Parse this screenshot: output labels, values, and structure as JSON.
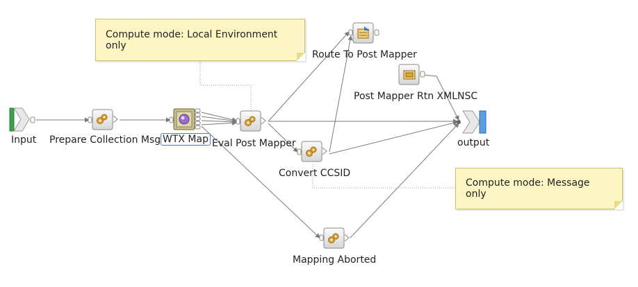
{
  "notes": {
    "local_env": "Compute mode: Local Environment only",
    "message_only": "Compute mode: Message only"
  },
  "nodes": {
    "input": "Input",
    "prepare": "Prepare Collection Msg",
    "wtx": "WTX Map",
    "eval": "Eval Post Mapper",
    "route": "Route To Post Mapper",
    "post_rtn": "Post Mapper Rtn XMLNSC",
    "convert": "Convert CCSID",
    "aborted": "Mapping Aborted",
    "output": "output"
  },
  "colors": {
    "note_fill": "#fdf6c4",
    "connection": "#7a7a7a",
    "selection": "#4a7dc4"
  },
  "icons": {
    "input": "mq-input-icon",
    "compute": "gears-icon",
    "wtx": "wtx-map-icon",
    "route": "route-icon",
    "xmlnsc": "xml-parser-icon",
    "output": "mq-output-icon"
  }
}
